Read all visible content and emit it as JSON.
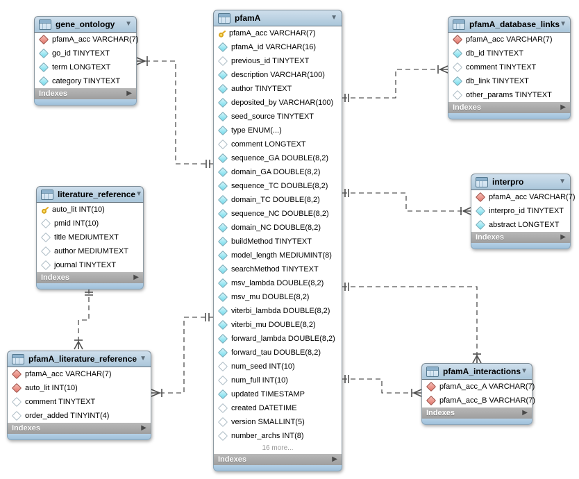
{
  "glyphs": {
    "collapse": "▼",
    "expand": "▶"
  },
  "colors": {
    "header_blue": "#b7cde0",
    "footer_gray": "#a5a5a5",
    "strip_blue": "#a7c5dd",
    "primary_key_yellow": "#ffd84d",
    "foreign_key_red": "#e2766b",
    "attribute_cyan": "#7fdeee",
    "relationship_line": "#2e2e2e"
  },
  "tables": [
    {
      "title": "gene_ontology",
      "indexes_label": "Indexes",
      "fields": [
        {
          "icon": "foreign-key-icon",
          "name": "pfamA_acc",
          "type": "VARCHAR(7)"
        },
        {
          "icon": "column-notnull-icon",
          "name": "go_id",
          "type": "TINYTEXT"
        },
        {
          "icon": "column-notnull-icon",
          "name": "term",
          "type": "LONGTEXT"
        },
        {
          "icon": "column-notnull-icon",
          "name": "category",
          "type": "TINYTEXT"
        }
      ]
    },
    {
      "title": "pfamA",
      "indexes_label": "Indexes",
      "more_label": "16 more...",
      "fields": [
        {
          "icon": "primary-key-icon",
          "name": "pfamA_acc",
          "type": "VARCHAR(7)"
        },
        {
          "icon": "column-notnull-icon",
          "name": "pfamA_id",
          "type": "VARCHAR(16)"
        },
        {
          "icon": "column-nullable-icon",
          "name": "previous_id",
          "type": "TINYTEXT"
        },
        {
          "icon": "column-notnull-icon",
          "name": "description",
          "type": "VARCHAR(100)"
        },
        {
          "icon": "column-notnull-icon",
          "name": "author",
          "type": "TINYTEXT"
        },
        {
          "icon": "column-notnull-icon",
          "name": "deposited_by",
          "type": "VARCHAR(100)"
        },
        {
          "icon": "column-notnull-icon",
          "name": "seed_source",
          "type": "TINYTEXT"
        },
        {
          "icon": "column-notnull-icon",
          "name": "type",
          "type": "ENUM(...)"
        },
        {
          "icon": "column-nullable-icon",
          "name": "comment",
          "type": "LONGTEXT"
        },
        {
          "icon": "column-notnull-icon",
          "name": "sequence_GA",
          "type": "DOUBLE(8,2)"
        },
        {
          "icon": "column-notnull-icon",
          "name": "domain_GA",
          "type": "DOUBLE(8,2)"
        },
        {
          "icon": "column-notnull-icon",
          "name": "sequence_TC",
          "type": "DOUBLE(8,2)"
        },
        {
          "icon": "column-notnull-icon",
          "name": "domain_TC",
          "type": "DOUBLE(8,2)"
        },
        {
          "icon": "column-notnull-icon",
          "name": "sequence_NC",
          "type": "DOUBLE(8,2)"
        },
        {
          "icon": "column-notnull-icon",
          "name": "domain_NC",
          "type": "DOUBLE(8,2)"
        },
        {
          "icon": "column-notnull-icon",
          "name": "buildMethod",
          "type": "TINYTEXT"
        },
        {
          "icon": "column-notnull-icon",
          "name": "model_length",
          "type": "MEDIUMINT(8)"
        },
        {
          "icon": "column-notnull-icon",
          "name": "searchMethod",
          "type": "TINYTEXT"
        },
        {
          "icon": "column-notnull-icon",
          "name": "msv_lambda",
          "type": "DOUBLE(8,2)"
        },
        {
          "icon": "column-notnull-icon",
          "name": "msv_mu",
          "type": "DOUBLE(8,2)"
        },
        {
          "icon": "column-notnull-icon",
          "name": "viterbi_lambda",
          "type": "DOUBLE(8,2)"
        },
        {
          "icon": "column-notnull-icon",
          "name": "viterbi_mu",
          "type": "DOUBLE(8,2)"
        },
        {
          "icon": "column-notnull-icon",
          "name": "forward_lambda",
          "type": "DOUBLE(8,2)"
        },
        {
          "icon": "column-notnull-icon",
          "name": "forward_tau",
          "type": "DOUBLE(8,2)"
        },
        {
          "icon": "column-nullable-icon",
          "name": "num_seed",
          "type": "INT(10)"
        },
        {
          "icon": "column-nullable-icon",
          "name": "num_full",
          "type": "INT(10)"
        },
        {
          "icon": "column-notnull-icon",
          "name": "updated",
          "type": "TIMESTAMP"
        },
        {
          "icon": "column-nullable-icon",
          "name": "created",
          "type": "DATETIME"
        },
        {
          "icon": "column-nullable-icon",
          "name": "version",
          "type": "SMALLINT(5)"
        },
        {
          "icon": "column-nullable-icon",
          "name": "number_archs",
          "type": "INT(8)"
        }
      ]
    },
    {
      "title": "pfamA_database_links",
      "indexes_label": "Indexes",
      "fields": [
        {
          "icon": "foreign-key-icon",
          "name": "pfamA_acc",
          "type": "VARCHAR(7)"
        },
        {
          "icon": "column-notnull-icon",
          "name": "db_id",
          "type": "TINYTEXT"
        },
        {
          "icon": "column-nullable-icon",
          "name": "comment",
          "type": "TINYTEXT"
        },
        {
          "icon": "column-notnull-icon",
          "name": "db_link",
          "type": "TINYTEXT"
        },
        {
          "icon": "column-nullable-icon",
          "name": "other_params",
          "type": "TINYTEXT"
        }
      ]
    },
    {
      "title": "interpro",
      "indexes_label": "Indexes",
      "fields": [
        {
          "icon": "foreign-key-icon",
          "name": "pfamA_acc",
          "type": "VARCHAR(7)"
        },
        {
          "icon": "column-notnull-icon",
          "name": "interpro_id",
          "type": "TINYTEXT"
        },
        {
          "icon": "column-notnull-icon",
          "name": "abstract",
          "type": "LONGTEXT"
        }
      ]
    },
    {
      "title": "literature_reference",
      "indexes_label": "Indexes",
      "fields": [
        {
          "icon": "primary-key-icon",
          "name": "auto_lit",
          "type": "INT(10)"
        },
        {
          "icon": "column-nullable-icon",
          "name": "pmid",
          "type": "INT(10)"
        },
        {
          "icon": "column-nullable-icon",
          "name": "title",
          "type": "MEDIUMTEXT"
        },
        {
          "icon": "column-nullable-icon",
          "name": "author",
          "type": "MEDIUMTEXT"
        },
        {
          "icon": "column-nullable-icon",
          "name": "journal",
          "type": "TINYTEXT"
        }
      ]
    },
    {
      "title": "pfamA_literature_reference",
      "indexes_label": "Indexes",
      "fields": [
        {
          "icon": "foreign-key-icon",
          "name": "pfamA_acc",
          "type": "VARCHAR(7)"
        },
        {
          "icon": "foreign-key-icon",
          "name": "auto_lit",
          "type": "INT(10)"
        },
        {
          "icon": "column-nullable-icon",
          "name": "comment",
          "type": "TINYTEXT"
        },
        {
          "icon": "column-nullable-icon",
          "name": "order_added",
          "type": "TINYINT(4)"
        }
      ]
    },
    {
      "title": "pfamA_interactions",
      "indexes_label": "Indexes",
      "fields": [
        {
          "icon": "foreign-key-icon",
          "name": "pfamA_acc_A",
          "type": "VARCHAR(7)"
        },
        {
          "icon": "foreign-key-icon",
          "name": "pfamA_acc_B",
          "type": "VARCHAR(7)"
        }
      ]
    }
  ],
  "relationships": [
    {
      "many_side": "gene_ontology",
      "one_side": "pfamA",
      "line": "dashed"
    },
    {
      "many_side": "pfamA_database_links",
      "one_side": "pfamA",
      "line": "dashed"
    },
    {
      "many_side": "interpro",
      "one_side": "pfamA",
      "line": "dashed"
    },
    {
      "many_side": "pfamA_literature_reference",
      "one_side": "literature_reference",
      "line": "dashed"
    },
    {
      "many_side": "pfamA_literature_reference",
      "one_side": "pfamA",
      "line": "dashed"
    },
    {
      "many_side": "pfamA_interactions",
      "one_side": "pfamA",
      "line": "dashed"
    },
    {
      "many_side": "pfamA_interactions",
      "one_side": "pfamA",
      "line": "dashed"
    }
  ]
}
